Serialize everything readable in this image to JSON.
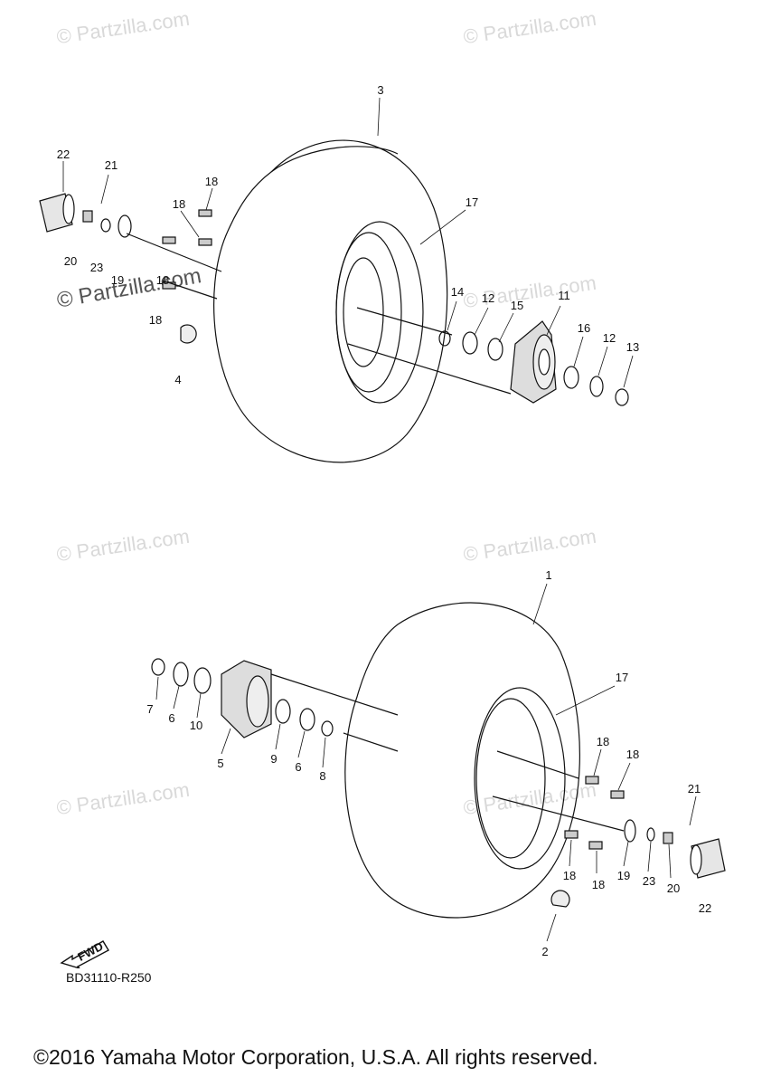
{
  "watermark": "© Partzilla.com",
  "diagram_code": "BD31110-R250",
  "fwd_label": "FWD",
  "copyright": "©2016 Yamaha Motor Corporation, U.S.A. All rights reserved.",
  "callouts_top": [
    "22",
    "21",
    "20",
    "23",
    "19",
    "18",
    "18",
    "18",
    "18",
    "4",
    "3",
    "17",
    "14",
    "12",
    "15",
    "11",
    "16",
    "12",
    "13"
  ],
  "callouts_bottom": [
    "1",
    "17",
    "7",
    "6",
    "10",
    "5",
    "9",
    "6",
    "8",
    "18",
    "18",
    "18",
    "18",
    "19",
    "23",
    "20",
    "21",
    "22",
    "2"
  ]
}
